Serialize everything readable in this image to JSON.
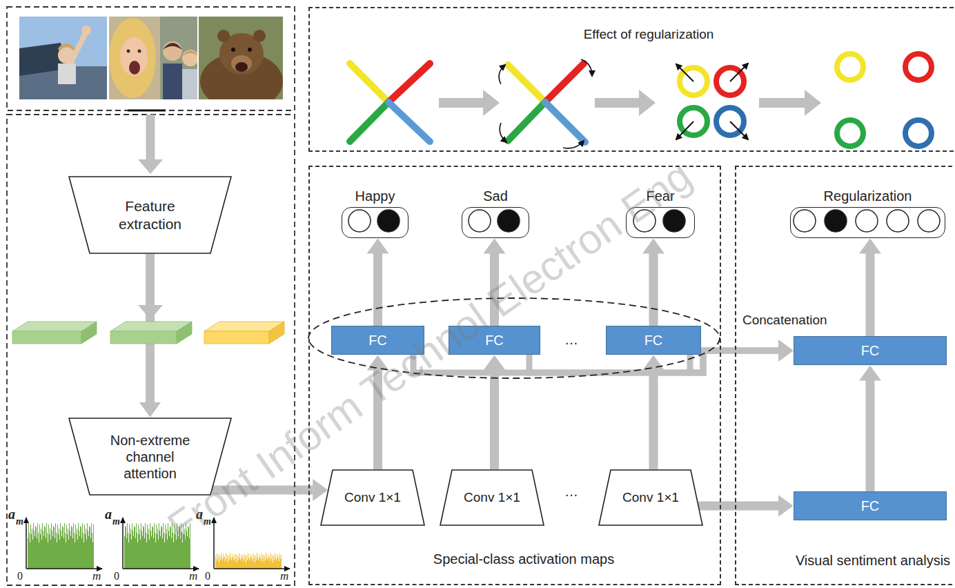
{
  "diagram": {
    "nodes": [
      {
        "text": [
          "Feature extraction"
        ]
      },
      {
        "text": [
          "Non-extreme channel attention"
        ]
      },
      {
        "text": [
          "Effect of regularization"
        ]
      },
      {
        "text": [
          "Special-class activation maps"
        ]
      },
      {
        "text": [
          "Happy"
        ],
        "in": 3
      },
      {
        "text": [
          "Sad"
        ],
        "in": 3
      },
      {
        "text": [
          "Fear"
        ],
        "in": 3
      },
      {
        "text": [
          "FC"
        ],
        "in": 3
      },
      {
        "text": [
          "FC"
        ],
        "in": 3
      },
      {
        "text": [
          "FC"
        ],
        "in": 3
      },
      {
        "text": [
          "Conv 1×1"
        ],
        "in": 3
      },
      {
        "text": [
          "Conv 1×1"
        ],
        "in": 3
      },
      {
        "text": [
          "Conv 1×1"
        ],
        "in": 3
      },
      {
        "text": [
          "Visual sentiment analysis"
        ]
      },
      {
        "text": [
          "Regularization"
        ],
        "in": 13
      },
      {
        "text": [
          "FC"
        ],
        "in": 13
      },
      {
        "text": [
          "FC"
        ],
        "in": 13
      }
    ],
    "edges": [
      {
        "from": 0,
        "to": 1,
        "arrow": "to"
      },
      {
        "from": 1,
        "to": 10,
        "arrow": "to"
      },
      {
        "from": 10,
        "to": 7,
        "arrow": "to"
      },
      {
        "from": 11,
        "to": 8,
        "arrow": "to"
      },
      {
        "from": 12,
        "to": 9,
        "arrow": "to"
      },
      {
        "from": 7,
        "to": 4,
        "arrow": "to"
      },
      {
        "from": 8,
        "to": 5,
        "arrow": "to"
      },
      {
        "from": 9,
        "to": 6,
        "arrow": "to"
      },
      {
        "from": 7,
        "to": 15,
        "arrow": "to"
      },
      {
        "from": 8,
        "to": 15,
        "arrow": "to"
      },
      {
        "from": 9,
        "to": 15,
        "label": "Concatenation",
        "arrow": "to"
      },
      {
        "from": 12,
        "to": 16,
        "arrow": "to"
      },
      {
        "from": 16,
        "to": 15,
        "arrow": "to"
      },
      {
        "from": 15,
        "to": 14,
        "arrow": "to"
      }
    ],
    "labels": [
      "…",
      "…",
      "a",
      "m",
      "0",
      "m",
      "a",
      "m",
      "0",
      "m",
      "a",
      "m",
      "0",
      "m",
      "Front Inform Technol Electron Eng"
    ]
  }
}
